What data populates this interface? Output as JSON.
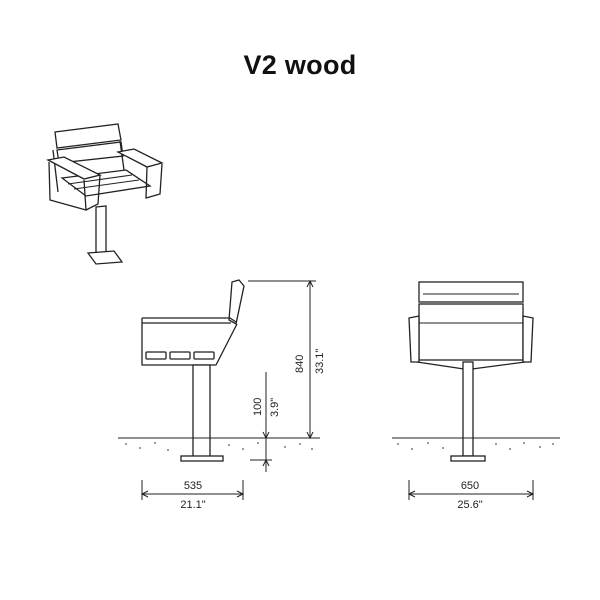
{
  "title": "V2 wood",
  "dimensions": {
    "height_mm": "840",
    "height_in": "33.1\"",
    "embed_mm": "100",
    "embed_in": "3.9\"",
    "depth_mm": "535",
    "depth_in": "21.1\"",
    "width_mm": "650",
    "width_in": "25.6\""
  },
  "views": [
    "isometric",
    "side",
    "front"
  ],
  "colors": {
    "line": "#222222",
    "background": "#ffffff"
  }
}
